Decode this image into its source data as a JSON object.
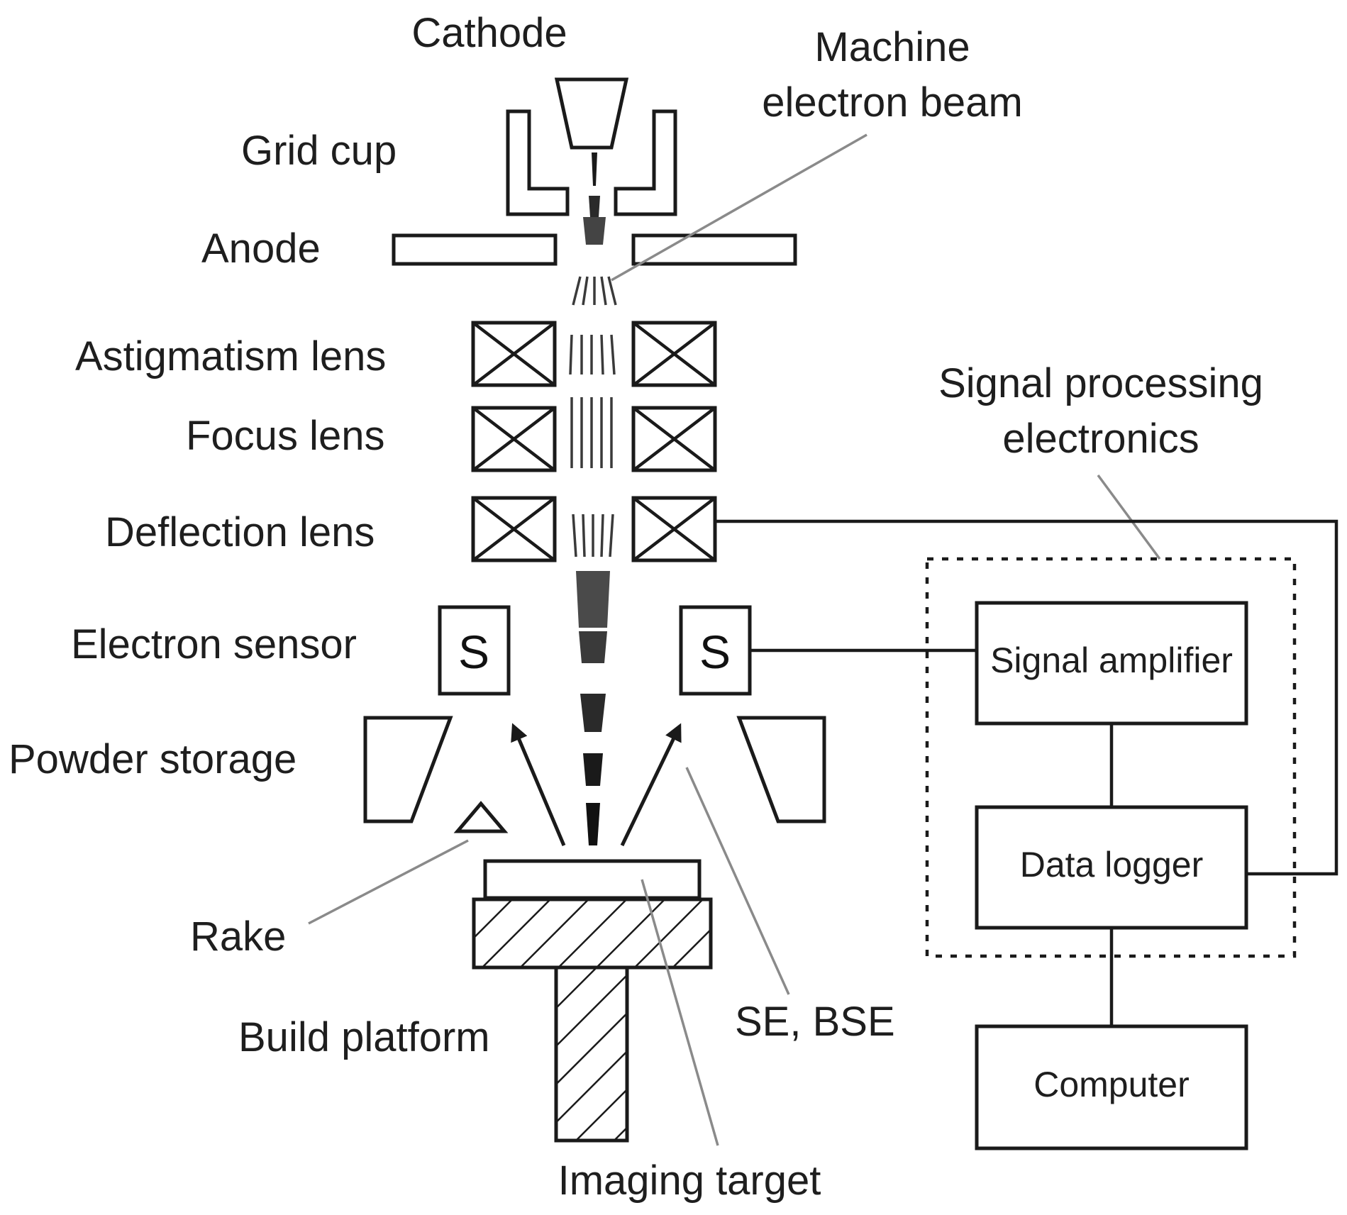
{
  "labels": {
    "cathode": "Cathode",
    "machine_line1": "Machine",
    "machine_line2": "electron beam",
    "grid_cup": "Grid cup",
    "anode": "Anode",
    "astigmatism_lens": "Astigmatism lens",
    "focus_lens": "Focus lens",
    "deflection_lens": "Deflection lens",
    "electron_sensor": "Electron sensor",
    "powder_storage": "Powder storage",
    "rake": "Rake",
    "build_platform": "Build platform",
    "imaging_target": "Imaging target",
    "se_bse": "SE, BSE",
    "signal_line1": "Signal processing",
    "signal_line2": "electronics",
    "signal_amplifier": "Signal amplifier",
    "data_logger": "Data logger",
    "computer": "Computer",
    "sensor_glyph": "S"
  }
}
